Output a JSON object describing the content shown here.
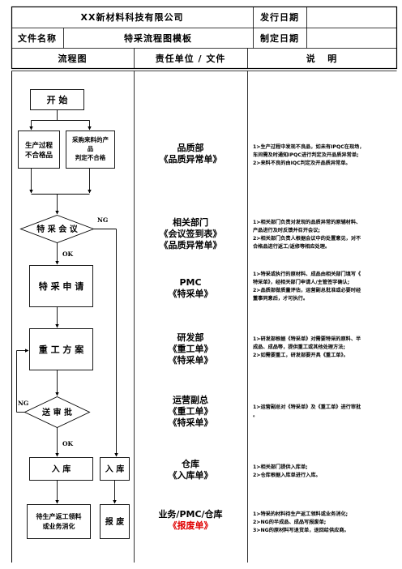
{
  "header": {
    "company": "XX新材料科技有限公司",
    "issue_date_label": "发行日期",
    "issue_date_value": "",
    "file_name_label": "文件名称",
    "file_name_value": "特采流程图模板",
    "set_date_label": "制定日期",
    "set_date_value": ""
  },
  "columns": {
    "flow": "流程图",
    "resp": "责任单位 / 文件",
    "desc": "说   明"
  },
  "flow": {
    "start": "开  始",
    "source_a": "生产过程不合格品",
    "source_b": "采购来料的产品判定不合格",
    "meeting": "特 采 会 议",
    "ng1": "NG",
    "ok1": "OK",
    "apply": "特 采 申 请",
    "rework": "重 工 方 案",
    "review": "送 审 批",
    "ng2": "NG",
    "ok2": "OK",
    "store_a": "入  库",
    "store_b": "入 库",
    "pending": "待生产返工领料或业务消化",
    "scrap": "报 废"
  },
  "rows": [
    {
      "resp": [
        "品质部",
        "《品质异常单》"
      ],
      "desc": [
        "1>生产过程中发现不良品，如未有IPQC在现场，",
        "车间需及时通知IPQC进行判定及开品质异常单;",
        "2>来料不良的由IQC判定及开品质异常单。"
      ]
    },
    {
      "resp": [
        "相关部门",
        "《会议签到表》",
        "《品质异常单》"
      ],
      "desc": [
        "1>相关部门负责对发现的品质异常的原辅材料、",
        "产品进行及时反馈并召开会议;",
        "2>相关部门负责人根据会议中的处置意见，对不",
        "合格品进行返工/返修等相应处理。"
      ]
    },
    {
      "resp": [
        "PMC",
        "《特采单》"
      ],
      "desc": [
        "1>特采或执行的原材料、成品由相关部门填写《",
        "特采单》，经相关部门申请人/主管签字确认;",
        "2>品质部做质量评估，运营副总批准或必要时经",
        "董事同意后，才可执行。"
      ]
    },
    {
      "resp": [
        "研发部",
        "《重工单》",
        "《特采单》"
      ],
      "desc": [
        "1>研发部根据《特采单》对需要特采的原料、半",
        "成品、成品等，提供重工或其他处理方法;",
        "2>如需要重工，研发部要开具《重工单》。"
      ]
    },
    {
      "resp": [
        "运营副总",
        "《重工单》",
        "《特采单》"
      ],
      "desc": [
        "1>运营副总对《特采单》及《重工单》进行审批",
        "。"
      ]
    },
    {
      "resp": [
        "仓库",
        "《入库单》"
      ],
      "desc": [
        "1>相关部门提供入库单;",
        "2>仓库根据入库单进行入库。"
      ]
    },
    {
      "resp": [
        "业务/PMC/仓库",
        "《报废单》"
      ],
      "desc": [
        "1>特采的材料待生产返工领料或业务消化;",
        "2>NG的半成品、成品写报废单;",
        "3>NG的原材料写退货单，退回给供应商。"
      ]
    }
  ],
  "colors": {
    "line": "#000000",
    "highlight": "#e00000",
    "background": "#ffffff"
  }
}
